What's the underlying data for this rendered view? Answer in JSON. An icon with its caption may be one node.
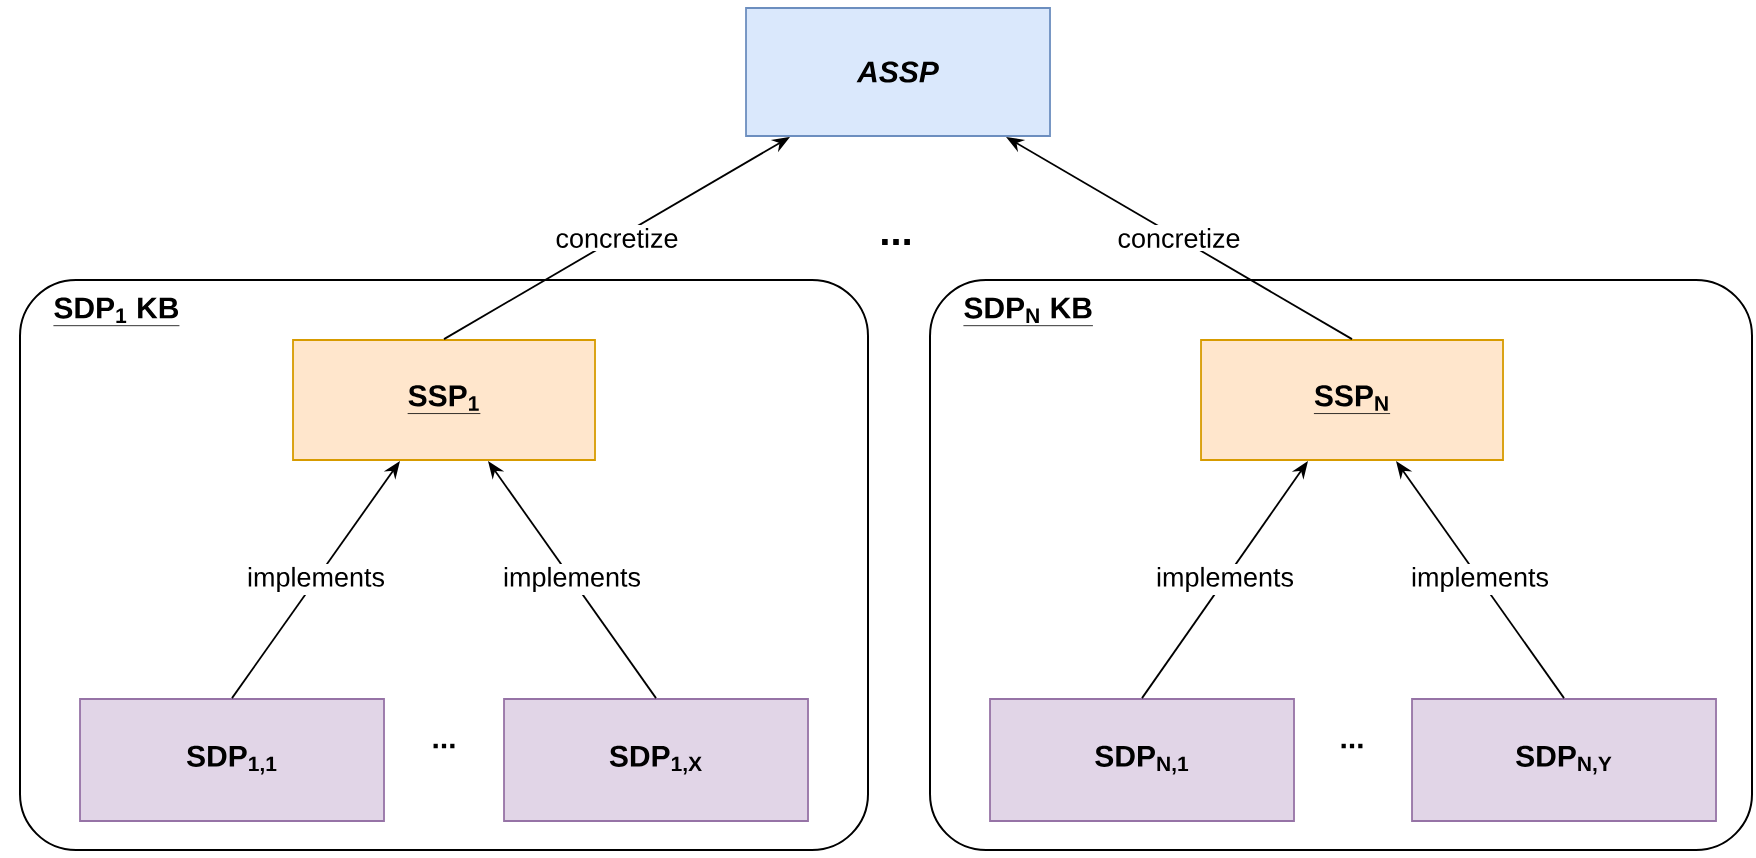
{
  "diagram": {
    "nodes": [
      {
        "text": [
          "ASSP"
        ]
      },
      {
        "text": [
          "SDP$_{1}$ KB"
        ]
      },
      {
        "text": [
          "SSP$_{1}$"
        ],
        "in": 1
      },
      {
        "text": [
          "SDP$_{1,1}$"
        ],
        "in": 1
      },
      {
        "text": [
          "SDP$_{1,X}$"
        ],
        "in": 1
      },
      {
        "text": [
          "SDP$_{N}$ KB"
        ]
      },
      {
        "text": [
          "SSP$_{N}$"
        ],
        "in": 5
      },
      {
        "text": [
          "SDP$_{N,1}$"
        ],
        "in": 5
      },
      {
        "text": [
          "SDP$_{N,Y}$"
        ],
        "in": 5
      }
    ],
    "edges": [
      {
        "from": 2,
        "to": 0,
        "arrow": "to",
        "label": "concretize"
      },
      {
        "from": 6,
        "to": 0,
        "arrow": "to",
        "label": "concretize"
      },
      {
        "from": 3,
        "to": 2,
        "arrow": "to",
        "label": "implements"
      },
      {
        "from": 4,
        "to": 2,
        "arrow": "to",
        "label": "implements"
      },
      {
        "from": 7,
        "to": 6,
        "arrow": "to",
        "label": "implements"
      },
      {
        "from": 8,
        "to": 6,
        "arrow": "to",
        "label": "implements"
      }
    ],
    "labels": [
      "...",
      "...",
      "..."
    ]
  }
}
